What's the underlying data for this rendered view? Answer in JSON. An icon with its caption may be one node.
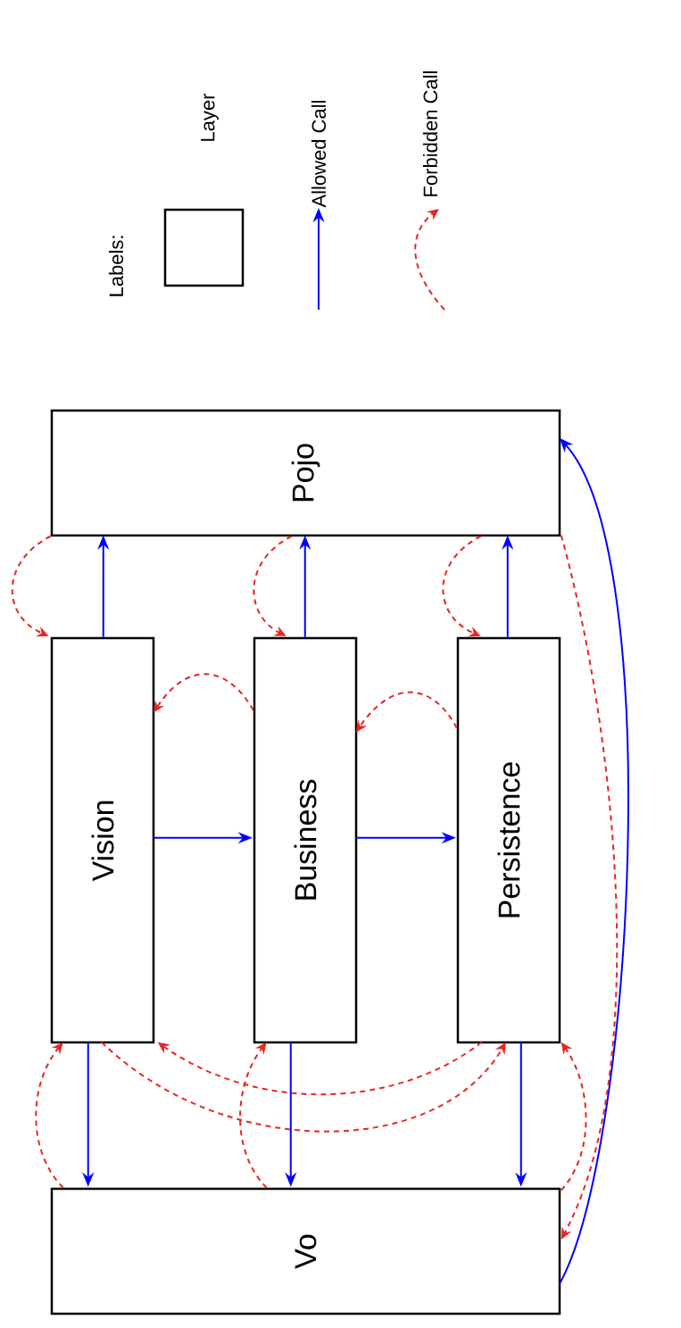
{
  "diagram": {
    "nodes": [
      {
        "text": [
          "Pojo"
        ]
      },
      {
        "text": [
          "Vision"
        ]
      },
      {
        "text": [
          "Business"
        ]
      },
      {
        "text": [
          "Persistence"
        ]
      },
      {
        "text": [
          "Vo"
        ]
      }
    ],
    "edges": [
      {
        "from": 1,
        "to": 0,
        "arrow": "to",
        "color": "#0000ff"
      },
      {
        "from": 2,
        "to": 0,
        "arrow": "to",
        "color": "#0000ff"
      },
      {
        "from": 3,
        "to": 0,
        "arrow": "to",
        "color": "#0000ff"
      },
      {
        "from": 1,
        "to": 2,
        "arrow": "to",
        "color": "#0000ff"
      },
      {
        "from": 2,
        "to": 3,
        "arrow": "to",
        "color": "#0000ff"
      },
      {
        "from": 1,
        "to": 4,
        "arrow": "to",
        "color": "#0000ff"
      },
      {
        "from": 2,
        "to": 4,
        "arrow": "to",
        "color": "#0000ff"
      },
      {
        "from": 3,
        "to": 4,
        "arrow": "to",
        "color": "#0000ff"
      },
      {
        "from": 4,
        "to": 0,
        "arrow": "to",
        "color": "#0000ff"
      },
      {
        "from": 0,
        "to": 1,
        "arrow": "to",
        "style": "dashed"
      },
      {
        "from": 0,
        "to": 2,
        "arrow": "to",
        "style": "dashed"
      },
      {
        "from": 0,
        "to": 3,
        "arrow": "to",
        "style": "dashed"
      },
      {
        "from": 2,
        "to": 1,
        "arrow": "to",
        "style": "dashed"
      },
      {
        "from": 3,
        "to": 2,
        "arrow": "to",
        "style": "dashed"
      },
      {
        "from": 4,
        "to": 1,
        "arrow": "to",
        "style": "dashed"
      },
      {
        "from": 4,
        "to": 2,
        "arrow": "to",
        "style": "dashed"
      },
      {
        "from": 4,
        "to": 3,
        "arrow": "to",
        "style": "dashed"
      },
      {
        "from": 3,
        "to": 1,
        "arrow": "to",
        "style": "dashed"
      },
      {
        "from": 1,
        "to": 3,
        "arrow": "to",
        "style": "dashed"
      },
      {
        "from": 0,
        "to": 4,
        "arrow": "to",
        "style": "dashed"
      }
    ],
    "labels": [
      "Labels:"
    ],
    "legend": [
      {
        "text": "Layer"
      },
      {
        "text": "Allowed Call"
      },
      {
        "text": "Forbidden Call"
      }
    ]
  }
}
